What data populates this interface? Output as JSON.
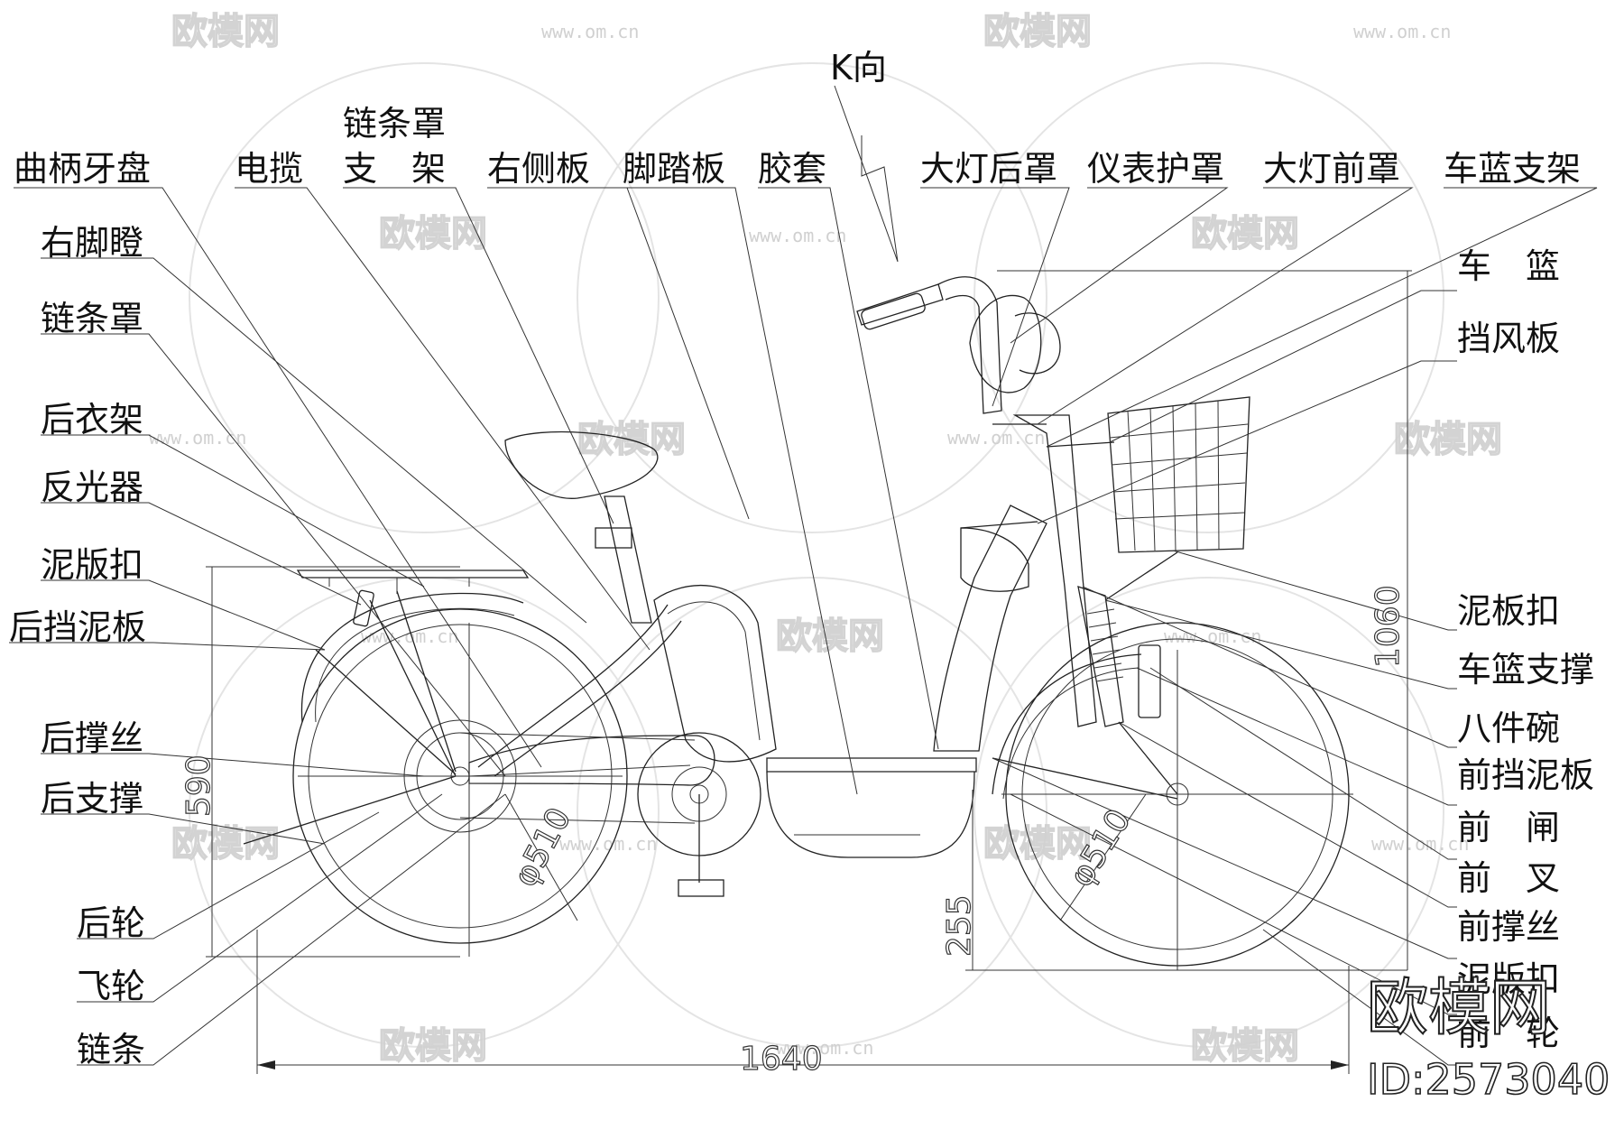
{
  "labels": {
    "qubing_yapan": "曲柄牙盘",
    "dianlan": "电揽",
    "liantiaozhao_zhijia_1": "链条罩",
    "liantiaozhao_zhijia_2": "支　架",
    "youcebai": "右侧板",
    "jiaotaban": "脚踏板",
    "jiaotao": "胶套",
    "k_direction": "K向",
    "dadeng_houzhao": "大灯后罩",
    "yibiao_huzhao": "仪表护罩",
    "dadeng_qianzhao": "大灯前罩",
    "chelan_zhijia": "车蓝支架",
    "you_jiaodeng": "右脚瞪",
    "liantiaozhao": "链条罩",
    "hou_yijia": "后衣架",
    "fanguangqi": "反光器",
    "niban_kou": "泥版扣",
    "hou_dangniban": "后挡泥板",
    "hou_chengsi": "后撑丝",
    "hou_zhicheng": "后支撑",
    "houlun": "后轮",
    "feilun": "飞轮",
    "liantiao": "链条",
    "chelan": "车　篮",
    "dangfengban": "挡风板",
    "niban_kou_right": "泥板扣",
    "chelan_zhicheng": "车篮支撑",
    "bajianwan": "八件碗",
    "qian_dangniban": "前挡泥板",
    "qianzha": "前　闸",
    "qiancha": "前　叉",
    "qian_chengsi": "前撑丝",
    "niban_kou_right2": "泥版扣",
    "qianlun": "前　轮"
  },
  "dimensions": {
    "overall_length": "1640",
    "overall_height": "1060",
    "rear_height": "590",
    "step_height": "255",
    "rear_wheel_dia": "φ510",
    "front_wheel_dia": "φ510"
  },
  "watermark": {
    "brand": "欧模网",
    "url": "www.om.cn"
  },
  "logo": {
    "brand": "欧模网",
    "id": "ID:2573040"
  },
  "colors": {
    "line": "#222222",
    "background": "#ffffff",
    "watermark": "#cfcfcf"
  }
}
